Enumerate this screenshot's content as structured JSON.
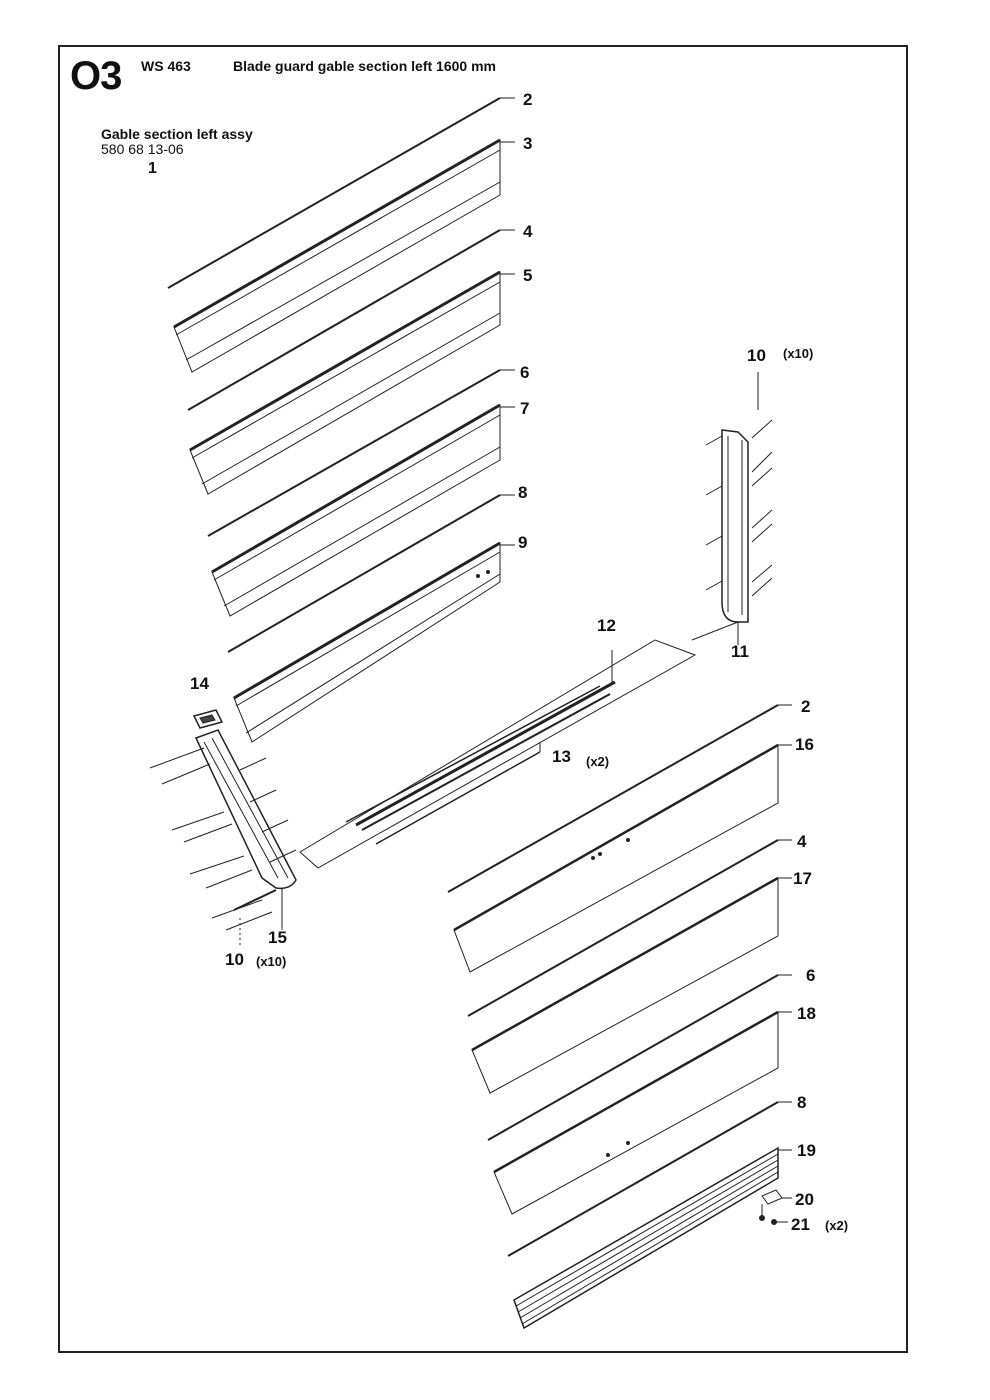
{
  "header": {
    "page_code": "O3",
    "model": "WS 463",
    "title": "Blade guard gable section left 1600 mm"
  },
  "assembly": {
    "name": "Gable section left assy",
    "part_number": "580 68 13-06",
    "ref": "1"
  },
  "callouts": [
    {
      "id": "c2a",
      "num": "2"
    },
    {
      "id": "c3",
      "num": "3"
    },
    {
      "id": "c4a",
      "num": "4"
    },
    {
      "id": "c5",
      "num": "5"
    },
    {
      "id": "c6a",
      "num": "6"
    },
    {
      "id": "c7",
      "num": "7"
    },
    {
      "id": "c8a",
      "num": "8"
    },
    {
      "id": "c9",
      "num": "9"
    },
    {
      "id": "c10a",
      "num": "10",
      "qty": "(x10)"
    },
    {
      "id": "c11",
      "num": "11"
    },
    {
      "id": "c12",
      "num": "12"
    },
    {
      "id": "c13",
      "num": "13",
      "qty": "(x2)"
    },
    {
      "id": "c14",
      "num": "14"
    },
    {
      "id": "c15",
      "num": "15"
    },
    {
      "id": "c10b",
      "num": "10",
      "qty": "(x10)"
    },
    {
      "id": "c2b",
      "num": "2"
    },
    {
      "id": "c16",
      "num": "16"
    },
    {
      "id": "c4b",
      "num": "4"
    },
    {
      "id": "c17",
      "num": "17"
    },
    {
      "id": "c6b",
      "num": "6"
    },
    {
      "id": "c18",
      "num": "18"
    },
    {
      "id": "c8b",
      "num": "8"
    },
    {
      "id": "c19",
      "num": "19"
    },
    {
      "id": "c20",
      "num": "20"
    },
    {
      "id": "c21",
      "num": "21",
      "qty": "(x2)"
    }
  ]
}
